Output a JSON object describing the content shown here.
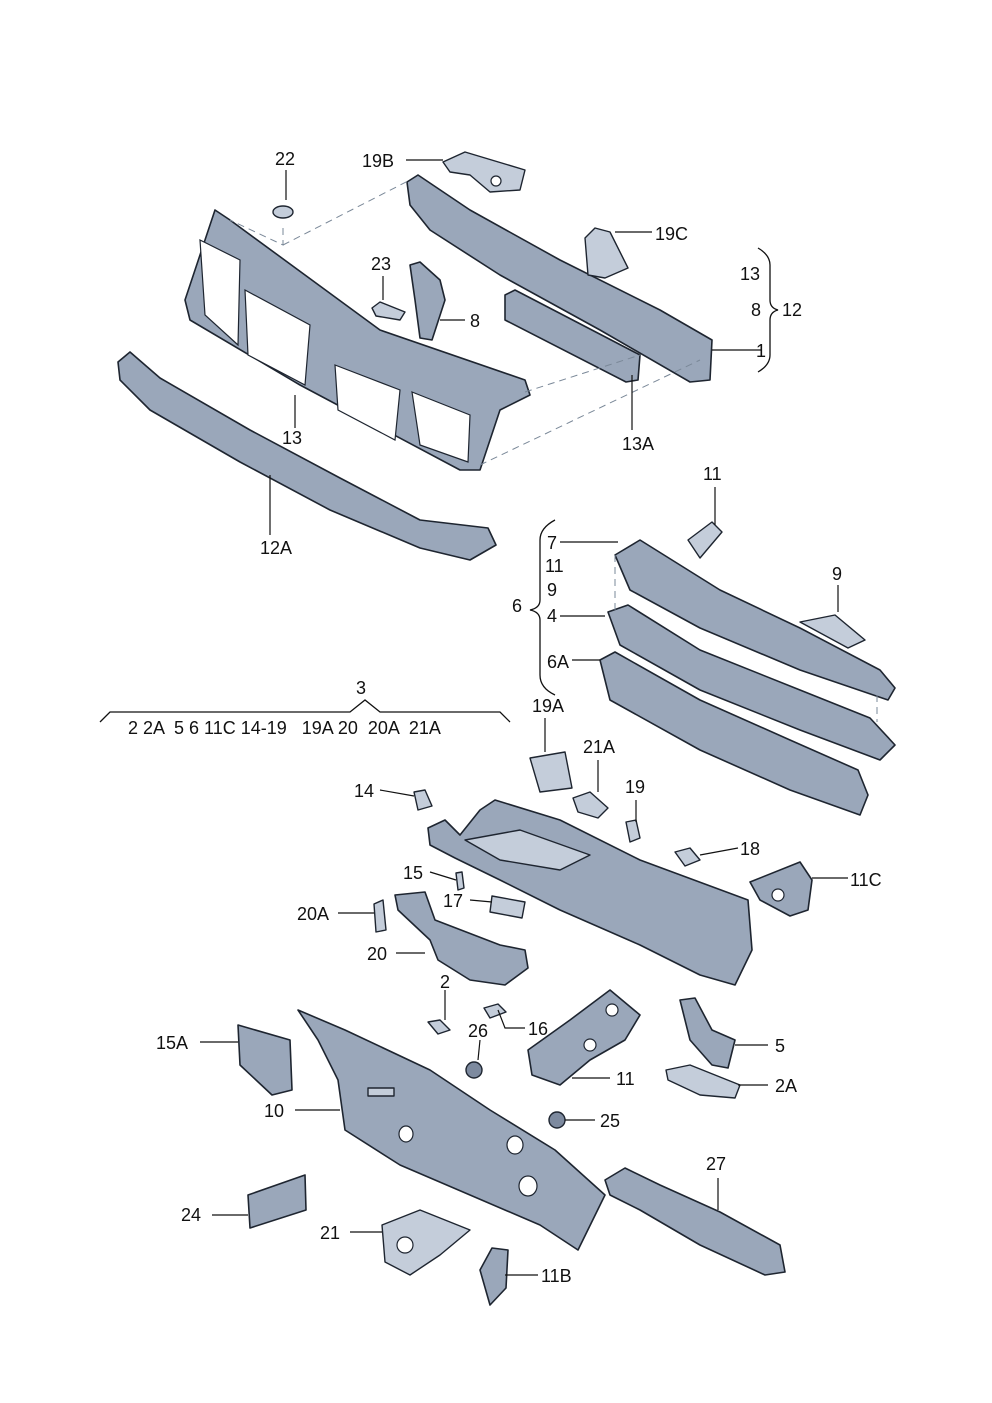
{
  "labels": {
    "l22": "22",
    "l19B": "19B",
    "l19C": "19C",
    "l23": "23",
    "l8a": "8",
    "l13a": "13",
    "l13b": "13",
    "l8b": "8",
    "l12": "12",
    "l1": "1",
    "l13A": "13A",
    "l12A": "12A",
    "l11a": "11",
    "l7": "7",
    "l11b": "11",
    "l9a": "9",
    "l6": "6",
    "l4": "4",
    "l6A": "6A",
    "l9b": "9",
    "l3": "3",
    "l3list": "2 2A  5 6 11C 14-19   19A 20  20A  21A",
    "l19A": "19A",
    "l21A": "21A",
    "l14": "14",
    "l19": "19",
    "l18": "18",
    "l11C": "11C",
    "l15": "15",
    "l17": "17",
    "l20A": "20A",
    "l20": "20",
    "l2": "2",
    "l16": "16",
    "l26": "26",
    "l15A": "15A",
    "l5": "5",
    "l11c": "11",
    "l2A": "2A",
    "l10": "10",
    "l25": "25",
    "l27": "27",
    "l24": "24",
    "l21": "21",
    "l11B": "11B"
  }
}
